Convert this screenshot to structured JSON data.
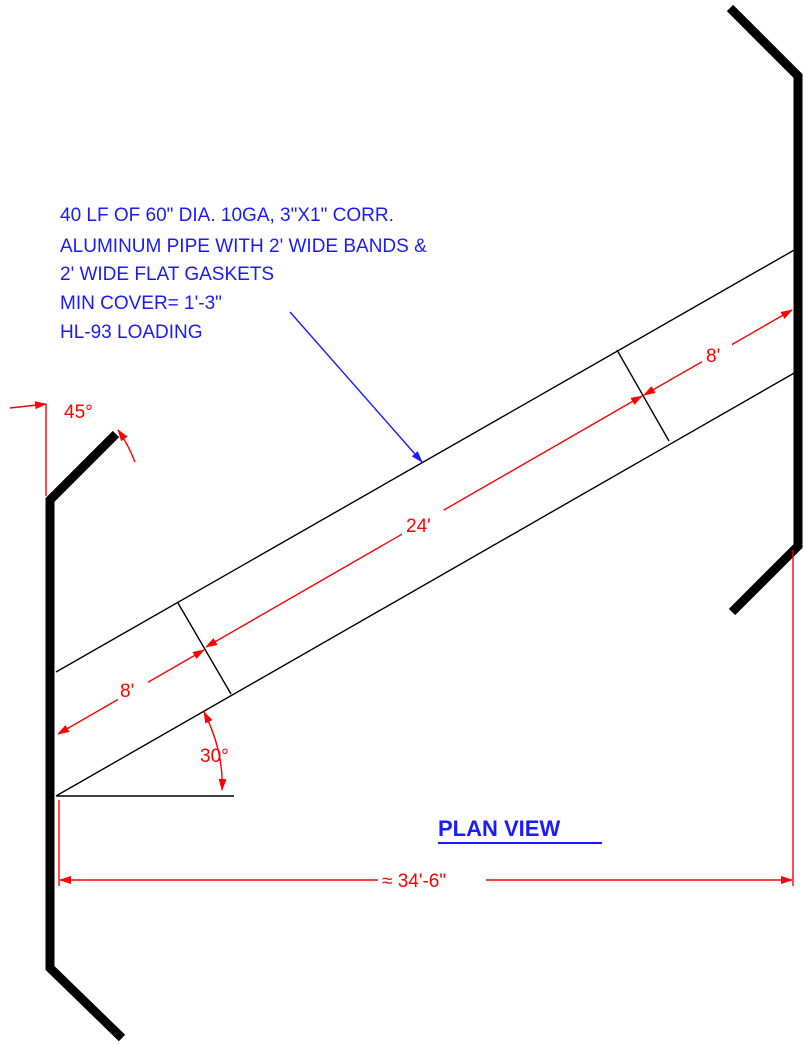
{
  "note": {
    "lines": [
      "40 LF OF 60\" DIA. 10GA, 3\"X1\" CORR.",
      "ALUMINUM PIPE WITH 2' WIDE BANDS &",
      "2' WIDE FLAT GASKETS",
      "MIN COVER= 1'-3\"",
      "HL-93 LOADING"
    ]
  },
  "dimensions": {
    "wingwall_angle": "45°",
    "skew_angle": "30°",
    "left_section": "8'",
    "middle_section": "24'",
    "right_section": "8'",
    "overall_width": "≈ 34'-6\""
  },
  "title": "PLAN VIEW",
  "colors": {
    "structure": "#000000",
    "dimension": "#ff0000",
    "note": "#1a1aff"
  }
}
